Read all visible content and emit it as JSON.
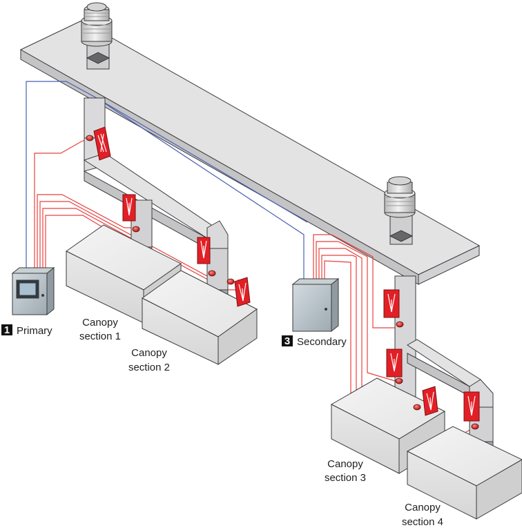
{
  "controllers": {
    "primary": {
      "number": "1",
      "label": "Primary"
    },
    "secondary": {
      "number": "3",
      "label": "Secondary"
    }
  },
  "canopies": [
    {
      "line1": "Canopy",
      "line2": "section 1"
    },
    {
      "line1": "Canopy",
      "line2": "section 2"
    },
    {
      "line1": "Canopy",
      "line2": "section 3"
    },
    {
      "line1": "Canopy",
      "line2": "section 4"
    }
  ],
  "colors": {
    "duct_fill": "#e3e3e4",
    "duct_side": "#bdbdbf",
    "outline": "#3a3a3a",
    "damper": "#e21f26",
    "wire_red": "#e8403d",
    "wire_blue": "#4b5fb0",
    "panel": "#b9c3c8"
  }
}
